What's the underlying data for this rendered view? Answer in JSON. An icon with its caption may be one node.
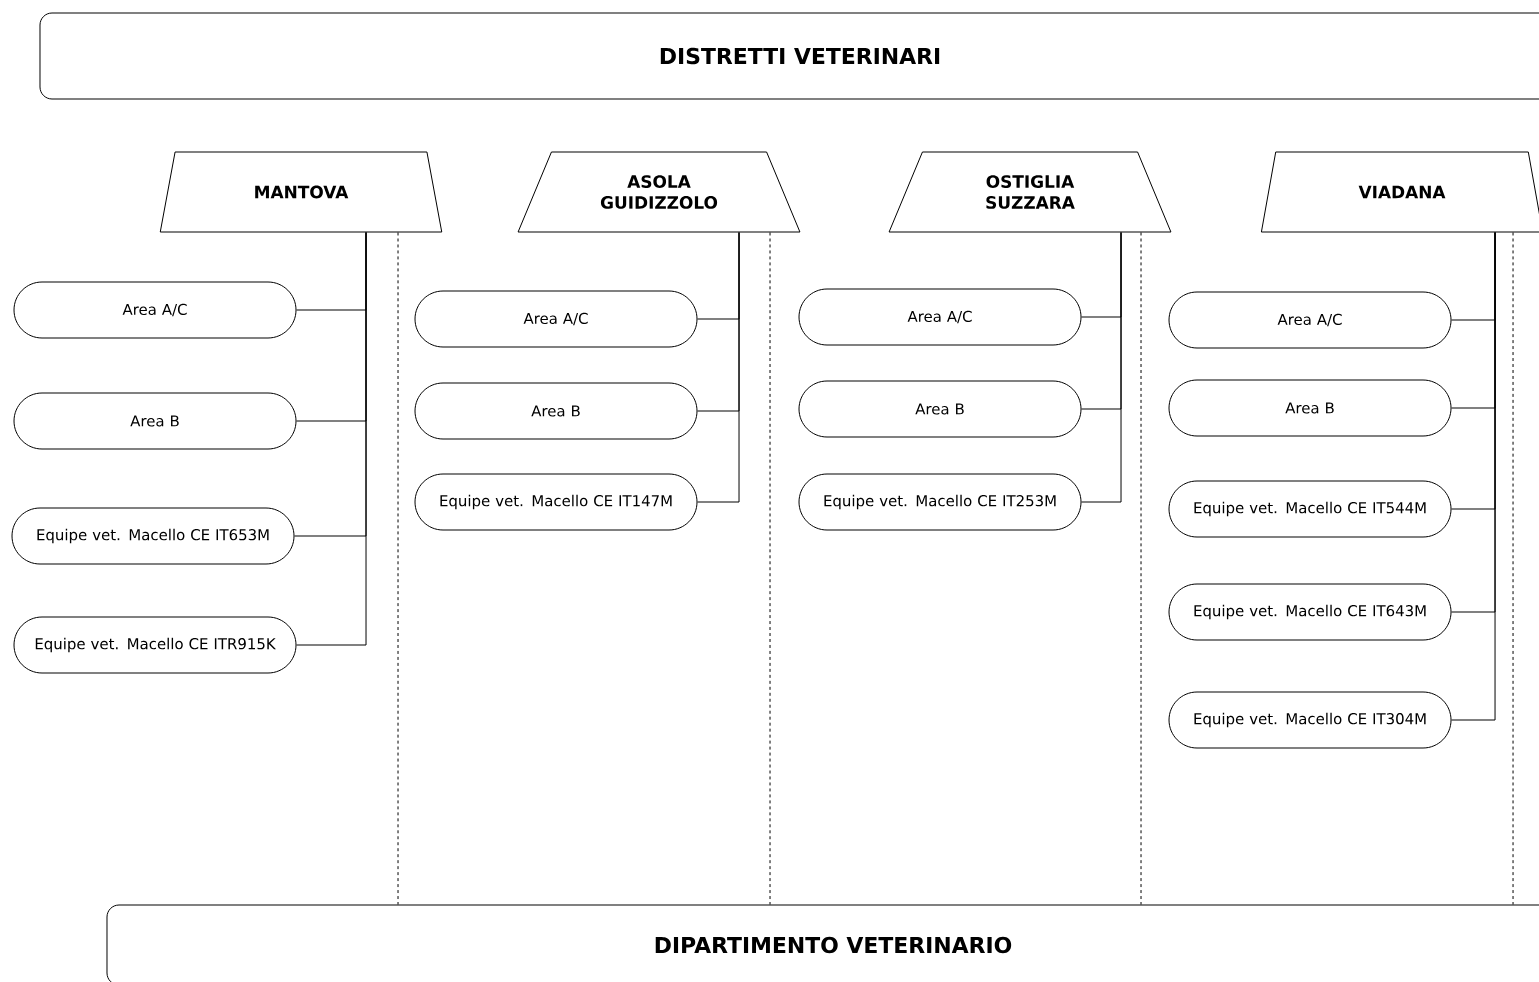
{
  "diagram": {
    "nodes": [
      {
        "text": [
          "DISTRETTI VETERINARI"
        ]
      },
      {
        "text": [
          "MANTOVA"
        ]
      },
      {
        "text": [
          "ASOLA GUIDIZZOLO"
        ]
      },
      {
        "text": [
          "OSTIGLIA SUZZARA"
        ]
      },
      {
        "text": [
          "VIADANA"
        ]
      },
      {
        "text": [
          "Area A/C"
        ]
      },
      {
        "text": [
          "Area B"
        ]
      },
      {
        "text": [
          "Equipe vet. Macello CE IT653M"
        ]
      },
      {
        "text": [
          "Equipe vet. Macello CE ITR915K"
        ]
      },
      {
        "text": [
          "Area A/C"
        ]
      },
      {
        "text": [
          "Area B"
        ]
      },
      {
        "text": [
          "Equipe vet. Macello CE IT147M"
        ]
      },
      {
        "text": [
          "Area A/C"
        ]
      },
      {
        "text": [
          "Area B"
        ]
      },
      {
        "text": [
          "Equipe vet. Macello CE IT253M"
        ]
      },
      {
        "text": [
          "Area A/C"
        ]
      },
      {
        "text": [
          "Area B"
        ]
      },
      {
        "text": [
          "Equipe vet. Macello CE IT544M"
        ]
      },
      {
        "text": [
          "Equipe vet. Macello CE IT643M"
        ]
      },
      {
        "text": [
          "Equipe vet. Macello CE IT304M"
        ]
      },
      {
        "text": [
          "DIPARTIMENTO VETERINARIO"
        ]
      }
    ],
    "edges": [
      {
        "from": 1,
        "to": 5,
        "arrow": "none"
      },
      {
        "from": 1,
        "to": 6,
        "arrow": "none"
      },
      {
        "from": 1,
        "to": 7,
        "arrow": "none"
      },
      {
        "from": 1,
        "to": 8,
        "arrow": "none"
      },
      {
        "from": 2,
        "to": 9,
        "arrow": "none"
      },
      {
        "from": 2,
        "to": 10,
        "arrow": "none"
      },
      {
        "from": 2,
        "to": 11,
        "arrow": "none"
      },
      {
        "from": 3,
        "to": 12,
        "arrow": "none"
      },
      {
        "from": 3,
        "to": 13,
        "arrow": "none"
      },
      {
        "from": 3,
        "to": 14,
        "arrow": "none"
      },
      {
        "from": 4,
        "to": 15,
        "arrow": "none"
      },
      {
        "from": 4,
        "to": 16,
        "arrow": "none"
      },
      {
        "from": 4,
        "to": 17,
        "arrow": "none"
      },
      {
        "from": 4,
        "to": 18,
        "arrow": "none"
      },
      {
        "from": 4,
        "to": 19,
        "arrow": "none"
      },
      {
        "from": 1,
        "to": 20,
        "arrow": "none",
        "style": "dashed"
      },
      {
        "from": 2,
        "to": 20,
        "arrow": "none",
        "style": "dashed"
      },
      {
        "from": 3,
        "to": 20,
        "arrow": "none",
        "style": "dashed"
      },
      {
        "from": 4,
        "to": 20,
        "arrow": "none",
        "style": "dashed"
      }
    ]
  }
}
